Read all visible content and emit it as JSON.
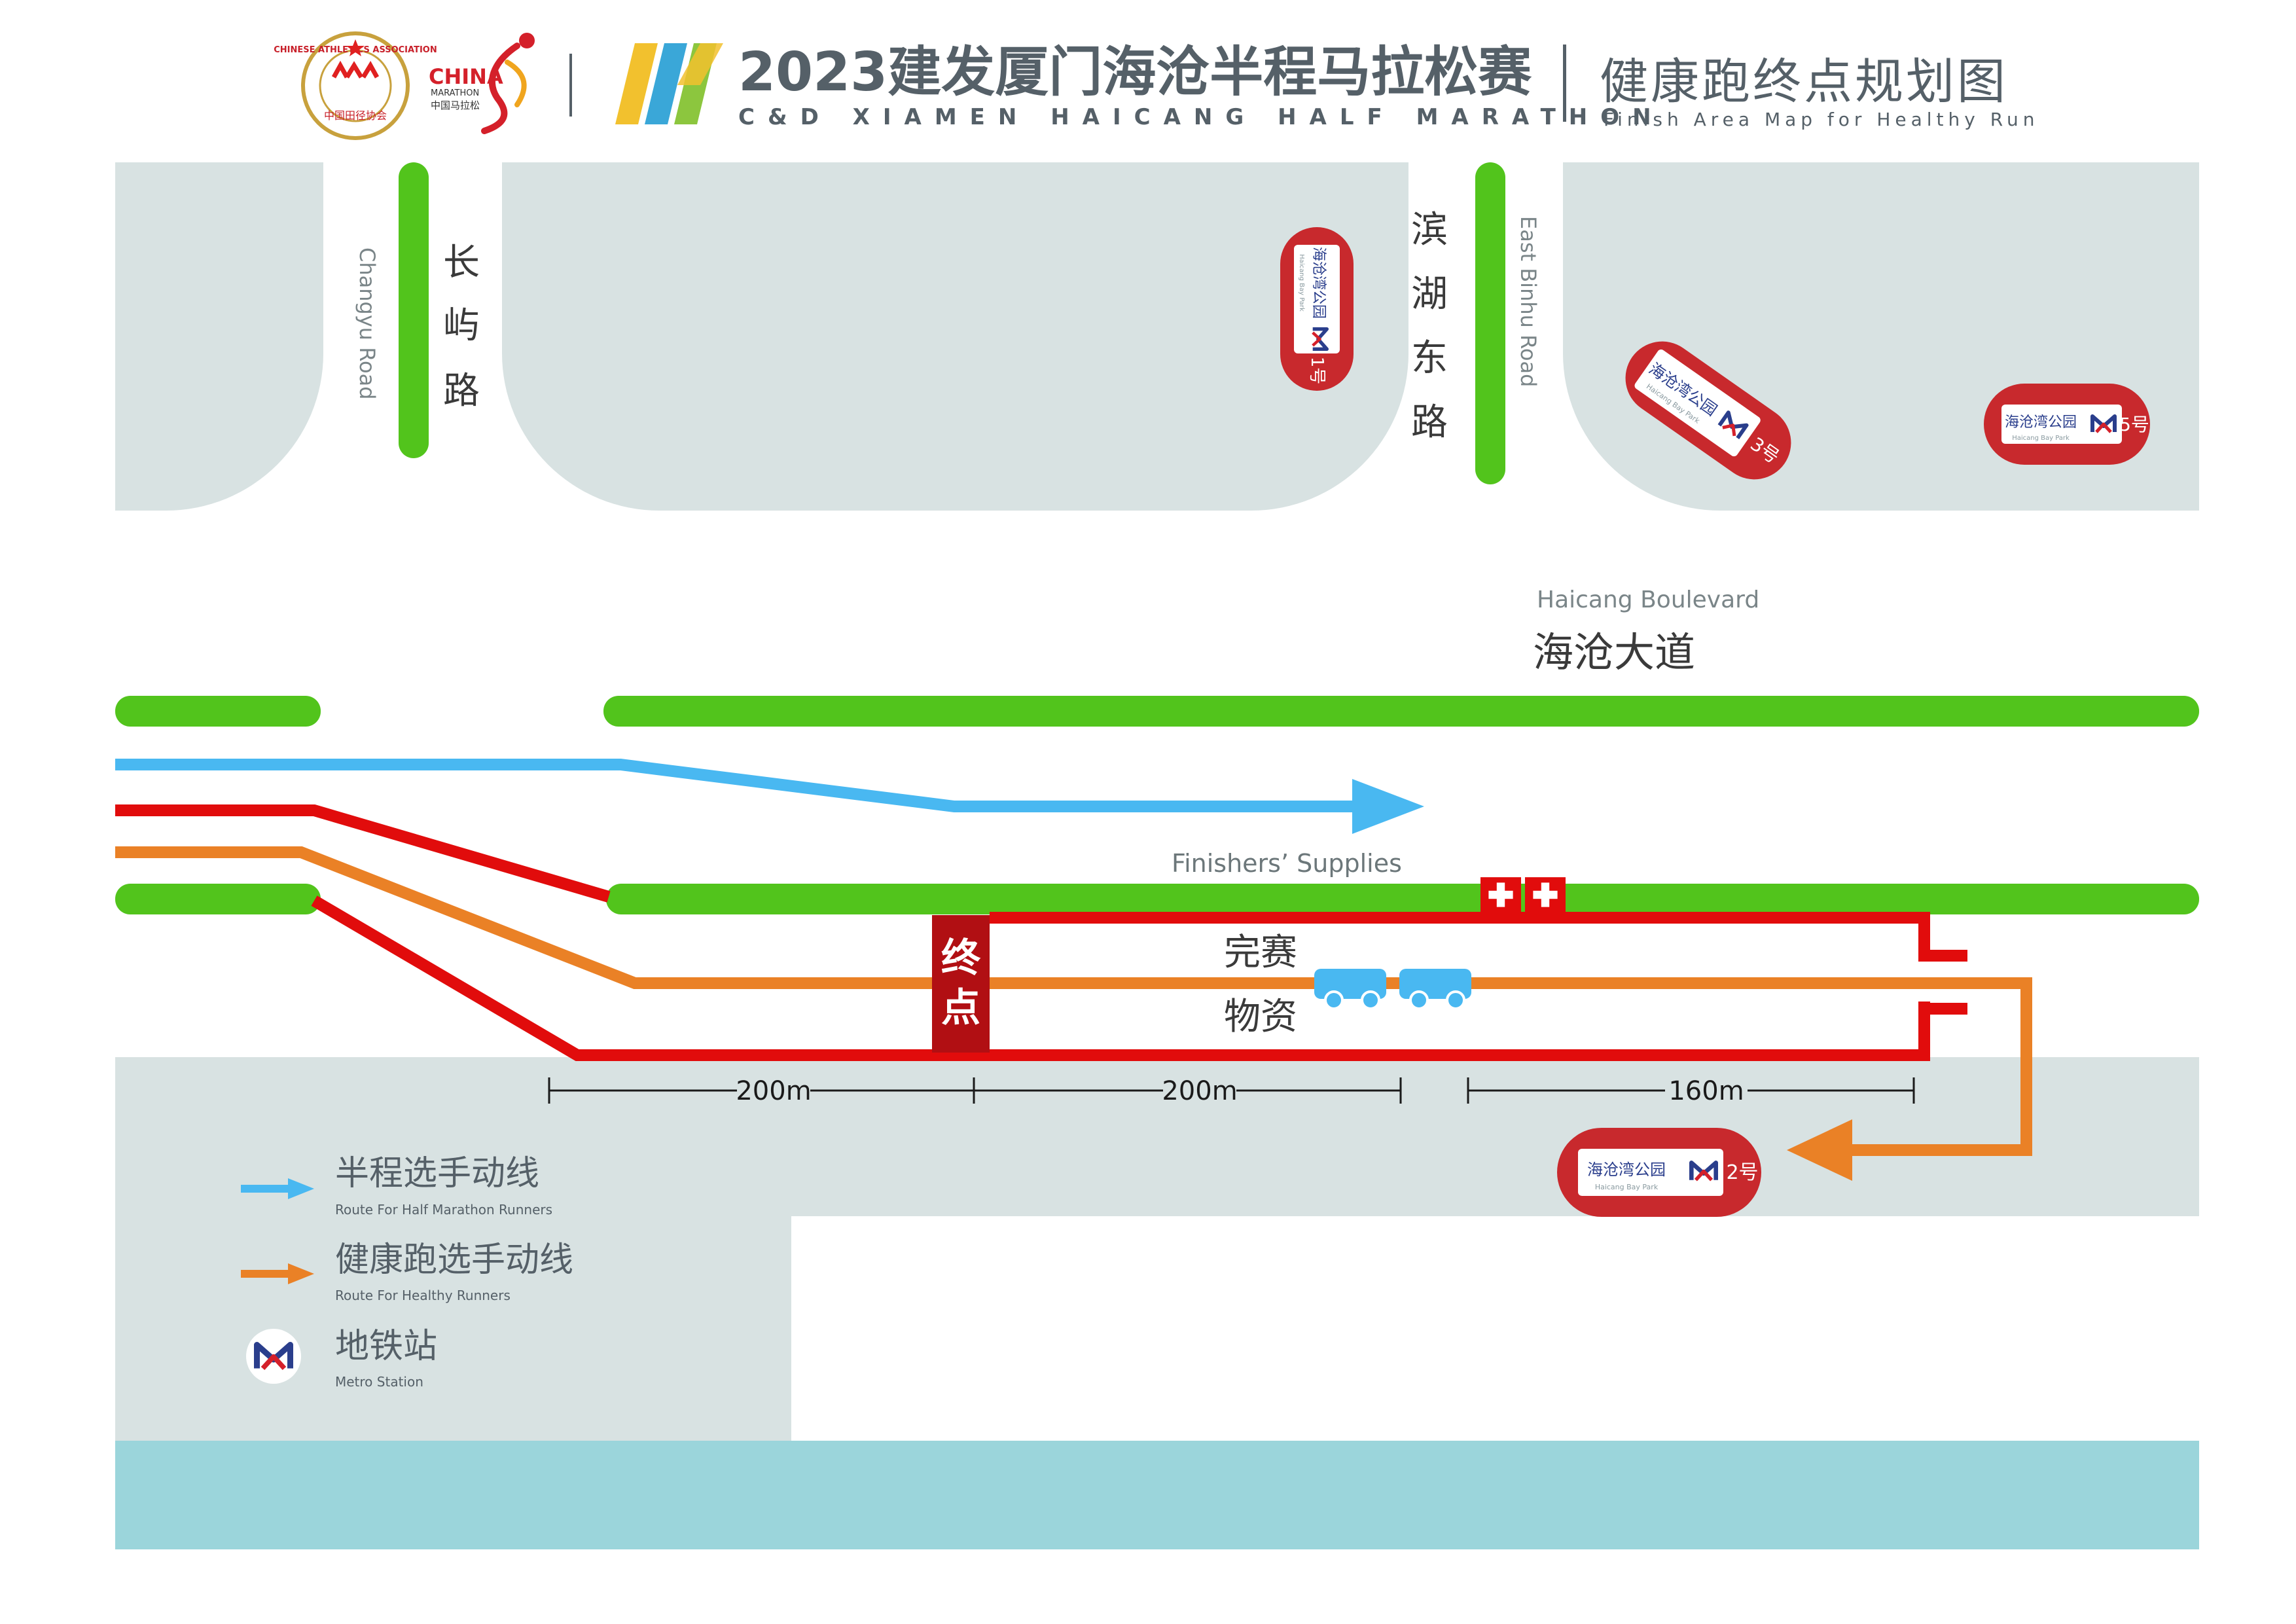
{
  "header": {
    "cathletics_ring": "CHINESE ATHLETICS ASSOCIATION",
    "cathletics_bottom": "中国田径协会",
    "china_marathon_en": "CHINA",
    "china_marathon_small": "MARATHON",
    "china_marathon_cn": "中国马拉松",
    "title_cn": "2023建发厦门海沧半程马拉松赛",
    "title_en": "C&D XIAMEN HAICANG HALF MARATHON",
    "map_title_cn": "健康跑终点规划图",
    "map_title_en": "Finish Area Map for Healthy Run"
  },
  "roads": {
    "changyu_cn": [
      "长",
      "屿",
      "路"
    ],
    "changyu_en": "Changyu Road",
    "binhu_cn": [
      "滨",
      "湖",
      "东",
      "路"
    ],
    "binhu_en": "East Binhu Road",
    "haicang_en": "Haicang Boulevard",
    "haicang_cn": "海沧大道"
  },
  "finish": {
    "finish_cn": [
      "终",
      "点"
    ],
    "supplies_en": "Finishers’ Supplies",
    "supplies_cn_1": "完赛",
    "supplies_cn_2": "物资"
  },
  "distances": [
    "200m",
    "200m",
    "160m"
  ],
  "metro_exits": [
    {
      "station": "海沧湾公园",
      "station_en": "Haicang Bay Park",
      "exit": "1号"
    },
    {
      "station": "海沧湾公园",
      "station_en": "Haicang Bay Park",
      "exit": "3号"
    },
    {
      "station": "海沧湾公园",
      "station_en": "Haicang Bay Park",
      "exit": "5号"
    },
    {
      "station": "海沧湾公园",
      "station_en": "Haicang Bay Park",
      "exit": "2号"
    }
  ],
  "legend": [
    {
      "label": "半程选手动线",
      "sub": "Route For Half Marathon Runners",
      "color": "#49b8f1"
    },
    {
      "label": "健康跑选手动线",
      "sub": "Route For Healthy Runners",
      "color": "#ea8126"
    },
    {
      "label": "地铁站",
      "sub": "Metro Station",
      "icon": "metro-icon"
    }
  ],
  "colors": {
    "road_block": "#d8e2e2",
    "green_strip": "#52c41c",
    "half_route": "#49b8f1",
    "healthy_route": "#ea8126",
    "finish_red": "#e10c0c",
    "finish_box": "#b10f13",
    "water": "#9bd5db",
    "title_gray": "#556068",
    "metro_blue": "#2a3e8c",
    "metro_red": "#d4202a"
  }
}
